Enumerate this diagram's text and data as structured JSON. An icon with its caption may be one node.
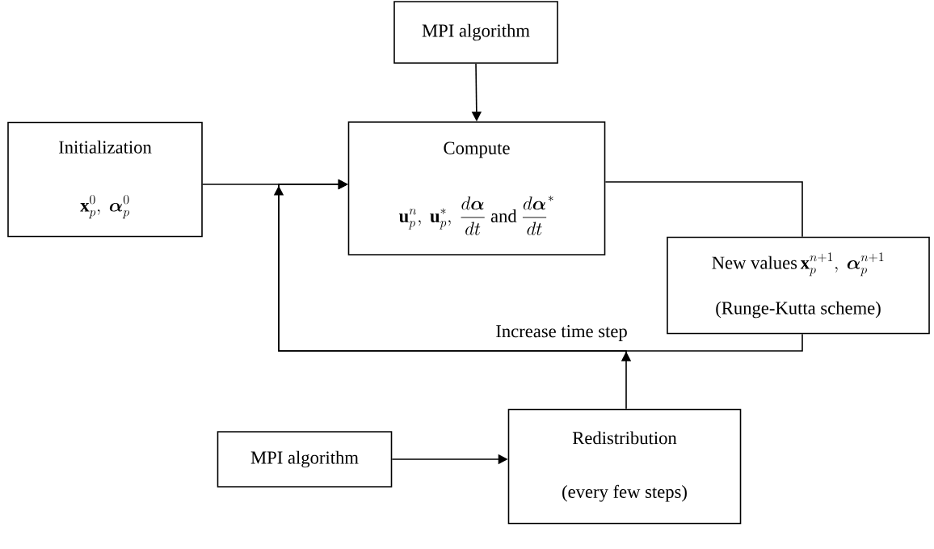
{
  "diagram": {
    "nodes": [
      {
        "text": [
          "MPI algorithm"
        ]
      },
      {
        "text": [
          "Initialization",
          "\\mathbf{x}_p^0,\\ \\boldsymbol{\\alpha}_p^0"
        ]
      },
      {
        "text": [
          "Compute",
          "\\mathbf{u}_p^n,\\ \\mathbf{u}_p^*,\\ \\frac{d\\boldsymbol{\\alpha}}{dt}\\ \\text{and}\\ \\frac{d\\boldsymbol{\\alpha}}{dt}^*"
        ]
      },
      {
        "text": [
          "New values",
          "\\mathbf{x}_p^{n+1},\\ \\boldsymbol{\\alpha}_p^{n+1}",
          "(Runge-Kutta scheme)"
        ]
      },
      {
        "text": [
          "MPI algorithm"
        ]
      },
      {
        "text": [
          "Redistribution",
          "(every few steps)"
        ]
      }
    ],
    "edges": [
      {
        "from": 0,
        "to": 2,
        "arrow": "to"
      },
      {
        "from": 1,
        "to": 2,
        "arrow": "to"
      },
      {
        "from": 2,
        "to": 3,
        "arrow": "none"
      },
      {
        "from": 3,
        "to": 2,
        "arrow": "to",
        "label": "Increase time step"
      },
      {
        "from": 4,
        "to": 5,
        "arrow": "to"
      },
      {
        "from": 5,
        "to": 2,
        "arrow": "to"
      }
    ]
  }
}
